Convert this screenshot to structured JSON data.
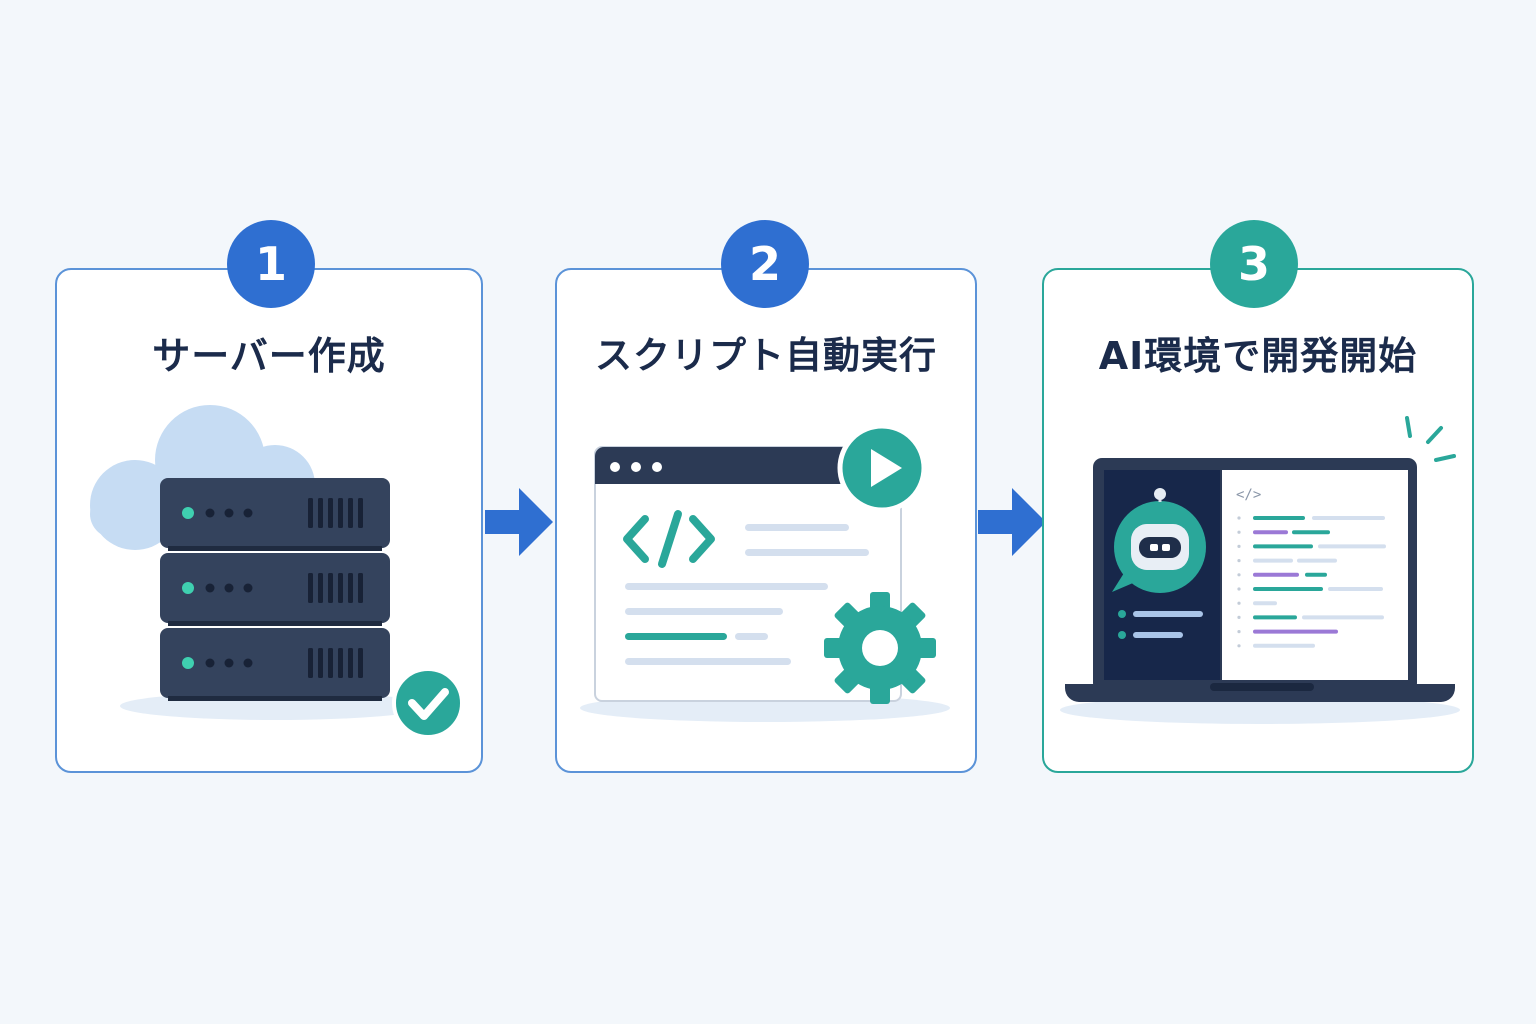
{
  "colors": {
    "background": "#f3f7fb",
    "blue": "#2f6fd1",
    "teal": "#2aa79a",
    "navy": "#1b2b4b",
    "server": "#34435d",
    "cloud": "#c6dcf3"
  },
  "steps": [
    {
      "number": "1",
      "title": "サーバー作成",
      "icon": "server-icon"
    },
    {
      "number": "2",
      "title": "スクリプト自動実行",
      "icon": "script-window-icon"
    },
    {
      "number": "3",
      "title": "AI環境で開発開始",
      "icon": "laptop-ai-icon"
    }
  ],
  "editor": {
    "code_tag": "</>"
  }
}
